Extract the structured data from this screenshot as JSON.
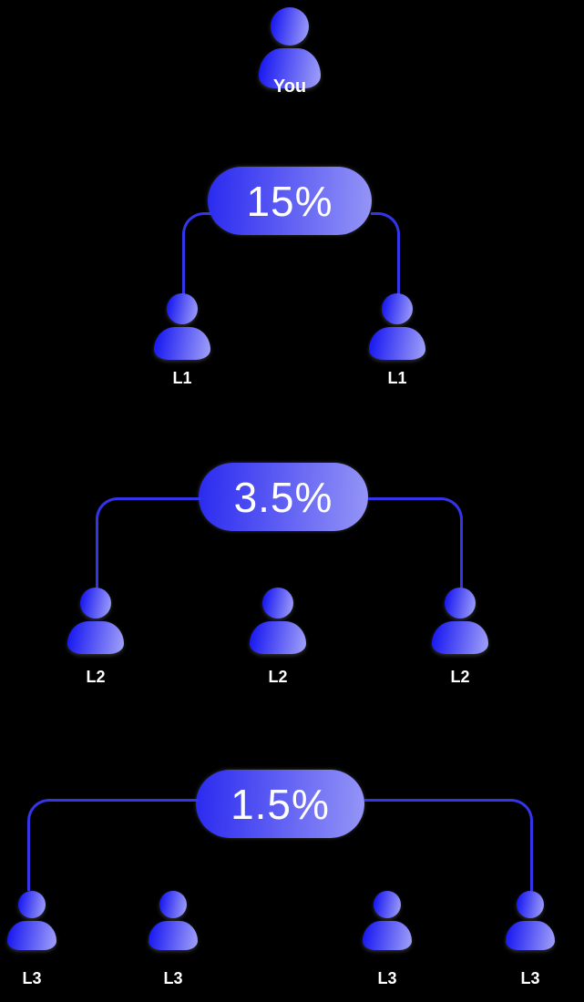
{
  "diagram_title": "referral-commission-tree",
  "tree": {
    "root": {
      "label": "You"
    },
    "levels": [
      {
        "rate": "15%",
        "members": [
          "L1",
          "L1"
        ]
      },
      {
        "rate": "3.5%",
        "members": [
          "L2",
          "L2",
          "L2"
        ]
      },
      {
        "rate": "1.5%",
        "members": [
          "L3",
          "L3",
          "L3",
          "L3"
        ]
      }
    ]
  },
  "colors": {
    "background": "#000000",
    "badge_gradient_start": "#2a2af0",
    "badge_gradient_end": "#9595f7",
    "icon_gradient_start": "#1c1cf2",
    "icon_gradient_end": "#9c9cf8",
    "connector": "#3434ea",
    "text": "#ffffff"
  }
}
